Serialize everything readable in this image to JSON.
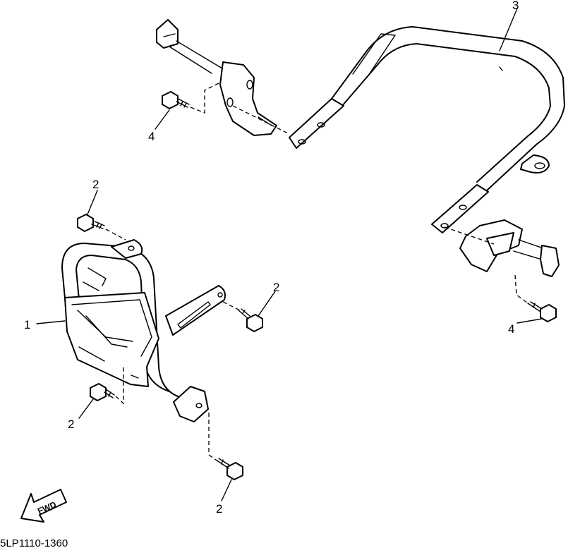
{
  "callouts": {
    "label_1": "1",
    "label_2a": "2",
    "label_2b": "2",
    "label_2c": "2",
    "label_2d": "2",
    "label_3": "3",
    "label_4a": "4",
    "label_4b": "4"
  },
  "fwd_arrow": {
    "text": "FWD",
    "icon": "fwd-arrow-icon"
  },
  "diagram_code": "5LP1110-1360"
}
